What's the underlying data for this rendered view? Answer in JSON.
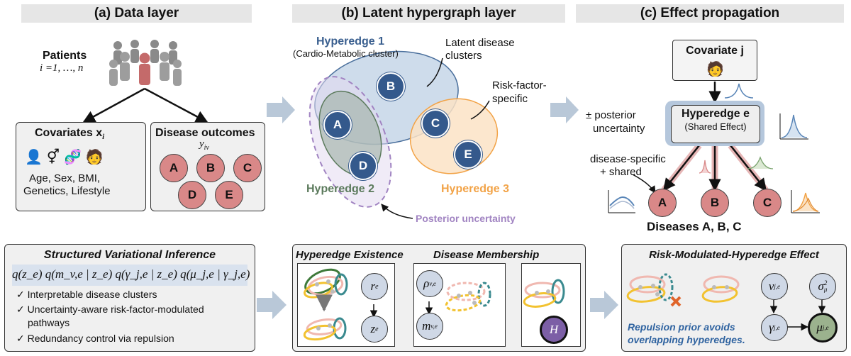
{
  "titles": {
    "a": "(a) Data layer",
    "b": "(b) Latent hypergraph layer",
    "c": "(c) Effect propagation"
  },
  "data_layer": {
    "patients_label": "Patients",
    "patients_index": "i =1, …, n",
    "covariates_title": "Covariates x",
    "covariates_sub": "i",
    "covariates_list_1": "Age, Sex, BMI,",
    "covariates_list_2": "Genetics, Lifestyle",
    "outcomes_title": "Disease outcomes",
    "outcomes_var": "y",
    "outcomes_sub": "iv",
    "diseases": [
      "A",
      "B",
      "C",
      "D",
      "E"
    ]
  },
  "hypergraph": {
    "he1_title": "Hyperedge 1",
    "he1_sub": "(Cardio-Metabolic cluster)",
    "latent_label_1": "Latent disease",
    "latent_label_2": "clusters",
    "risk_label_1": "Risk-factor-",
    "risk_label_2": "specific",
    "he2": "Hyperedge 2",
    "he3": "Hyperedge 3",
    "posterior": "Posterior uncertainty",
    "nodes": [
      "A",
      "B",
      "C",
      "D",
      "E"
    ]
  },
  "propagation": {
    "covariate": "Covariate j",
    "hyperedge": "Hyperedge e",
    "shared": "(Shared Effect)",
    "uncert_1": "± posterior",
    "uncert_2": "uncertainty",
    "spec_1": "disease-specific",
    "spec_2": "+ shared",
    "diseases": [
      "A",
      "B",
      "C"
    ],
    "caption": "Diseases A, B, C"
  },
  "svi": {
    "title": "Structured Variational Inference",
    "formula": "q(z_e) q(m_v,e | z_e) q(γ_j,e | z_e) q(μ_j,e | γ_j,e)",
    "bullets": [
      "Interpretable disease clusters",
      "Uncertainty-aware risk-factor-modulated",
      "pathways",
      "Redundancy control via repulsion"
    ]
  },
  "existence": {
    "title1": "Hyperedge Existence",
    "title2": "Disease Membership",
    "node_r": "r",
    "node_r_sub": "e",
    "node_z": "z",
    "node_z_sub": "e",
    "node_rho": "ρ",
    "node_rho_sub": "v,e",
    "node_m": "m",
    "node_m_sub": "v,e",
    "node_H": "H"
  },
  "risk_panel": {
    "title": "Risk-Modulated-Hyperedge Effect",
    "nu": "ν",
    "nu_sub": "j,e",
    "sigma": "σ",
    "sigma_sup": "2",
    "sigma_sub": "μ",
    "gamma": "γ",
    "gamma_sub": "j,e",
    "mu": "μ",
    "mu_sub": "j,e",
    "caption_1": "Repulsion prior avoids",
    "caption_2": "overlapping hyperedges."
  },
  "colors": {
    "disease_fill": "#d98888",
    "node_blue": "#34598c",
    "he2_green": "#5b7a5c",
    "he3_orange": "#f2a347",
    "posterior_purple": "#a184c2",
    "arrow_blue": "#b9c8d8",
    "caption_blue": "#2f63a0"
  },
  "icons": [
    "people-crowd-icon",
    "person-icon",
    "gender-icon",
    "dna-icon",
    "doctor-icon",
    "x-mark-icon"
  ]
}
